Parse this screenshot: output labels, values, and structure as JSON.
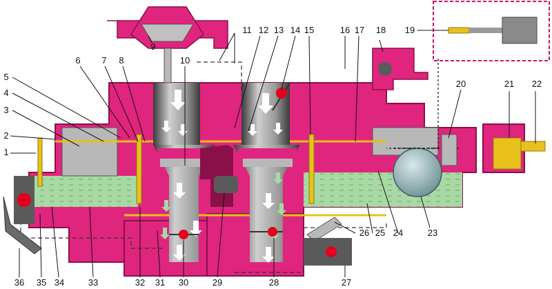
{
  "diagram": {
    "colors": {
      "body": "#e0257e",
      "body_dark": "#8a1048",
      "fuel": "#a8d9a4",
      "bore": "#b8b8b8",
      "bore_dark": "#5a5a5a",
      "gasket": "#e8c21a",
      "channel": "#6a1a3a",
      "inset_border": "#d0106a",
      "valve_red": "#e4001c",
      "float": "#8fb0b4"
    },
    "callouts_top": [
      "9",
      "11",
      "12",
      "13",
      "14",
      "15",
      "16",
      "17",
      "18",
      "19"
    ],
    "callouts_left": [
      "1",
      "2",
      "3",
      "4",
      "5",
      "6",
      "7",
      "8",
      "10",
      "20",
      "21",
      "22"
    ],
    "callouts_bottom": [
      "36",
      "35",
      "34",
      "33",
      "32",
      "31",
      "30",
      "29",
      "28",
      "27",
      "26",
      "25",
      "24",
      "23"
    ]
  }
}
